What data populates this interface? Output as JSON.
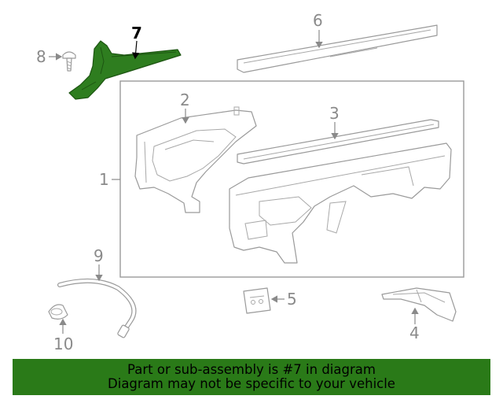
{
  "diagram": {
    "callouts": [
      {
        "id": "1",
        "label": "1"
      },
      {
        "id": "2",
        "label": "2"
      },
      {
        "id": "3",
        "label": "3"
      },
      {
        "id": "4",
        "label": "4"
      },
      {
        "id": "5",
        "label": "5"
      },
      {
        "id": "6",
        "label": "6"
      },
      {
        "id": "7",
        "label": "7",
        "highlighted": true
      },
      {
        "id": "8",
        "label": "8"
      },
      {
        "id": "9",
        "label": "9"
      },
      {
        "id": "10",
        "label": "10"
      }
    ],
    "highlight_color": "#2e7d1f"
  },
  "banner": {
    "line1": "Part or sub-assembly is #7 in diagram",
    "line2": "Diagram may not be specific to your vehicle",
    "background": "#2a7a18"
  }
}
